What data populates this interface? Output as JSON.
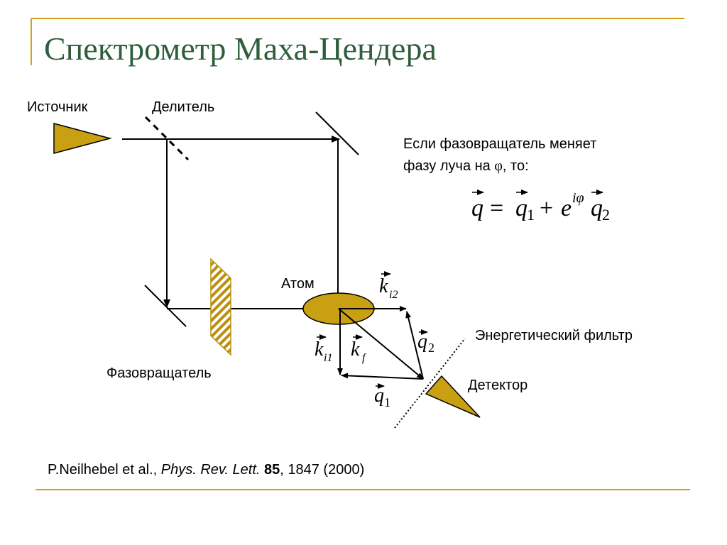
{
  "title": "Спектрометр Маха-Цендера",
  "labels": {
    "source": "Источник",
    "splitter": "Делитель",
    "atom": "Атом",
    "phase_shifter": "Фазовращатель",
    "energy_filter": "Энергетический фильтр",
    "detector": "Детектор"
  },
  "note": {
    "line1": "Если фазовращатель меняет",
    "line2_prefix": "фазу луча на ",
    "phi_symbol": "φ",
    "line2_suffix": ", то:"
  },
  "formula": {
    "lhs": "q",
    "eq": "=",
    "q1": "q",
    "q1_sub": "1",
    "plus": "+",
    "e": "e",
    "exp": "iφ",
    "q2": "q",
    "q2_sub": "2"
  },
  "vectors": {
    "ki2": {
      "base": "k",
      "sub": "i2"
    },
    "ki1": {
      "base": "k",
      "sub": "i1"
    },
    "kf": {
      "base": "k",
      "sub": "f"
    },
    "q2": {
      "base": "q",
      "sub": "2"
    },
    "q1": {
      "base": "q",
      "sub": "1"
    }
  },
  "reference": {
    "authors": "P.Neilhebel et al., ",
    "journal": "Phys. Rev. Lett.",
    "volume": "85",
    "rest": ", 1847 (2000)"
  },
  "colors": {
    "title": "#2f5e3c",
    "accent_line": "#d4a017",
    "gold_fill": "#c9a012",
    "stripe": "#b8900f"
  }
}
